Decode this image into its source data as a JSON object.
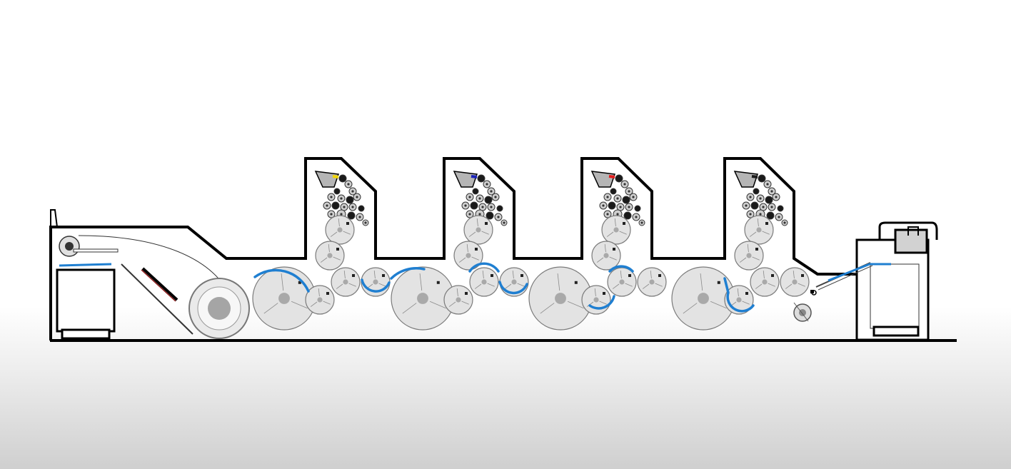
{
  "colors": {
    "frame": "#000000",
    "cylinder_fill": "#e3e3e3",
    "cylinder_stroke": "#7a7a7a",
    "hub_fill": "#a9a9a9",
    "sheet_path": "#1f7fd1",
    "ink_units": [
      "#f2d600",
      "#1a22b8",
      "#e31b1b",
      "#1a1a1a"
    ]
  },
  "units": [
    {
      "ink_color": "#f2d600",
      "ink_name": "yellow"
    },
    {
      "ink_color": "#1a22b8",
      "ink_name": "blue"
    },
    {
      "ink_color": "#e31b1b",
      "ink_name": "red"
    },
    {
      "ink_color": "#1a1a1a",
      "ink_name": "black"
    }
  ]
}
